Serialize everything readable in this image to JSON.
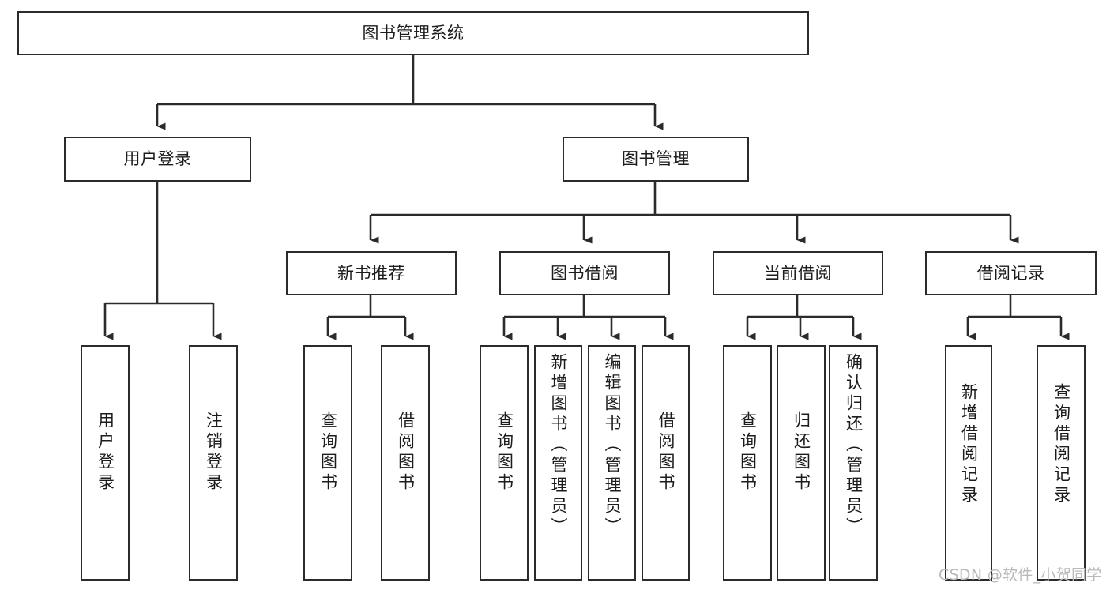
{
  "diagram": {
    "type": "tree-hierarchy",
    "title": "图书管理系统",
    "watermark": "CSDN @软件_小贺同学",
    "colors": {
      "box_border": "#2b2b2b",
      "box_fill": "#ffffff",
      "connector": "#2b2b2b",
      "text": "#1c1c1c",
      "watermark": "#b9b9b9",
      "background": "#ffffff"
    },
    "levels": {
      "root": {
        "label": "图书管理系统"
      },
      "level2": [
        {
          "label": "用户登录"
        },
        {
          "label": "图书管理"
        }
      ],
      "level3": [
        {
          "label": "新书推荐"
        },
        {
          "label": "图书借阅"
        },
        {
          "label": "当前借阅"
        },
        {
          "label": "借阅记录"
        }
      ]
    },
    "leaves": {
      "user_login": [
        {
          "label": "用户登录"
        },
        {
          "label": "注销登录"
        }
      ],
      "new_book_recommend": [
        {
          "label": "查询图书"
        },
        {
          "label": "借阅图书"
        }
      ],
      "book_borrow": [
        {
          "label": "查询图书"
        },
        {
          "label": "新增图书（管理员）"
        },
        {
          "label": "编辑图书（管理员）"
        },
        {
          "label": "借阅图书"
        }
      ],
      "current_borrow": [
        {
          "label": "查询图书"
        },
        {
          "label": "归还图书"
        },
        {
          "label": "确认归还（管理员）"
        }
      ],
      "borrow_record": [
        {
          "label": "新增借阅记录"
        },
        {
          "label": "查询借阅记录"
        }
      ]
    }
  }
}
